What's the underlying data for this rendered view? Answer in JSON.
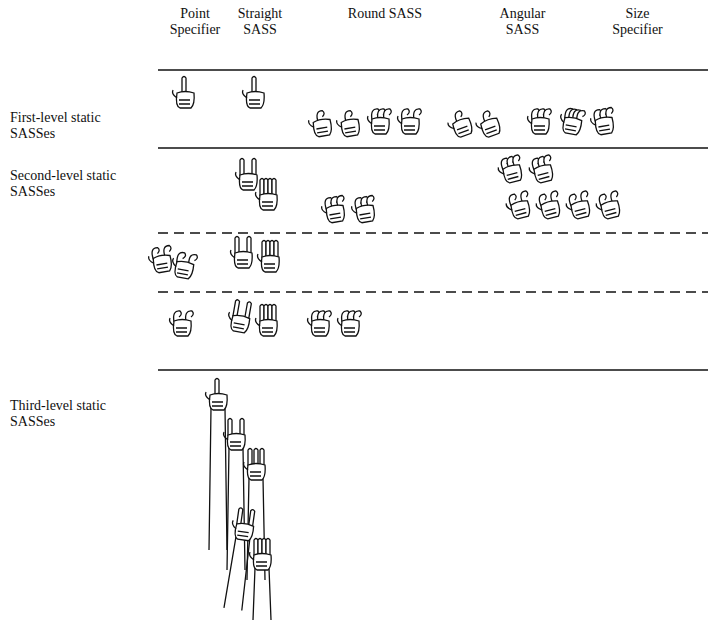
{
  "diagram": {
    "labels": [
      "Point Specifier",
      "Straight SASS",
      "Round SASS",
      "Angular SASS",
      "Size Specifier",
      "First-level static SASSes",
      "Second-level static SASSes",
      "Third-level static SASSes"
    ]
  }
}
